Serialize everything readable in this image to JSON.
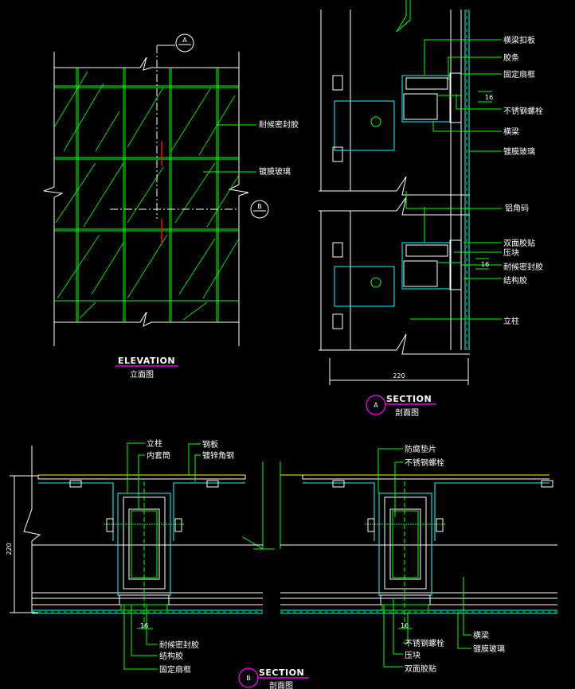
{
  "elevation": {
    "marker_a": "A",
    "marker_b": "B",
    "labels": [
      "耐候密封胶",
      "镀膜玻璃"
    ],
    "title": "ELEVATION",
    "subtitle": "立面图"
  },
  "section_a": {
    "labels": [
      "横梁扣板",
      "胶条",
      "固定扇框",
      "不锈钢螺栓",
      "横梁",
      "镀膜玻璃",
      "铝角码",
      "双面胶贴",
      "压块",
      "耐候密封胶",
      "结构胶",
      "立柱"
    ],
    "dim_joint_top": "16",
    "dim_joint_bottom": "16",
    "dim_width": "220",
    "marker": "A",
    "title": "SECTION",
    "subtitle": "剖面图"
  },
  "section_b": {
    "left_top_labels": [
      "立柱",
      "内套筒",
      "钢板",
      "镀锌角钢"
    ],
    "right_top_labels": [
      "防腐垫片",
      "不锈钢螺栓"
    ],
    "left_bottom_labels": [
      "耐候密封胶",
      "结构胶",
      "固定扇框"
    ],
    "right_bottom_labels": [
      "不锈钢螺栓",
      "压块",
      "双面胶贴"
    ],
    "far_right_labels": [
      "横梁",
      "镀膜玻璃"
    ],
    "dim_left": "16",
    "dim_right": "16",
    "dim_height": "220",
    "marker": "B",
    "title": "SECTION",
    "subtitle": "剖面图"
  }
}
